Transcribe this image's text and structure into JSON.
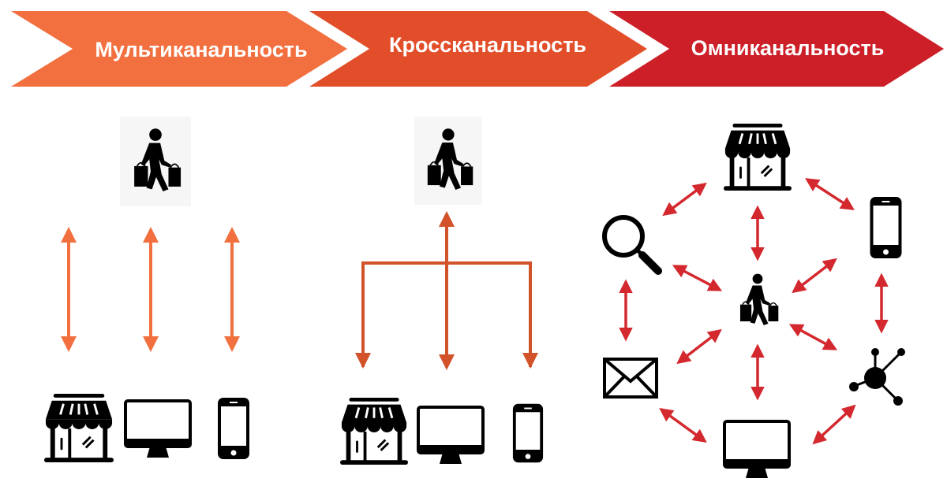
{
  "stages": [
    {
      "label": "Мультиканальность",
      "color": "#F2703F"
    },
    {
      "label": "Кроссканальность",
      "color": "#E24E29"
    },
    {
      "label": "Омниканальность",
      "color": "#CC1F27"
    }
  ],
  "arrow_colors": {
    "multi": "#F2703F",
    "cross": "#D2522A",
    "omni": "#D3282E"
  },
  "icons": [
    "shopper-icon",
    "store-icon",
    "monitor-icon",
    "smartphone-icon",
    "magnifier-icon",
    "envelope-icon",
    "network-node-icon"
  ]
}
